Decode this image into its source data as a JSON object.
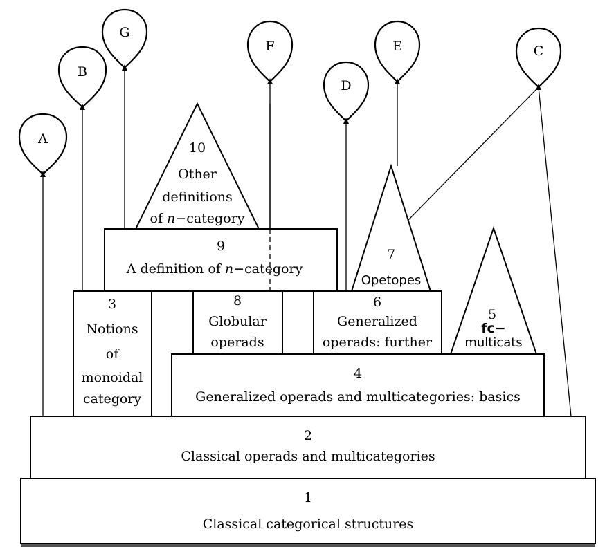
{
  "sections": {
    "s1": {
      "number": "1",
      "title": "Classical categorical structures"
    },
    "s2": {
      "number": "2",
      "title": "Classical operads and multicategories"
    },
    "s3": {
      "number": "3",
      "line1": "Notions",
      "line2": "of",
      "line3": "monoidal",
      "line4": "category"
    },
    "s4": {
      "number": "4",
      "title": "Generalized operads and multicategories: basics"
    },
    "s5": {
      "number": "5",
      "line1": "fc−",
      "line2": "multicats"
    },
    "s6": {
      "number": "6",
      "line1": "Generalized",
      "line2": "operads: further"
    },
    "s7": {
      "number": "7",
      "title": "Opetopes"
    },
    "s8": {
      "number": "8",
      "line1": "Globular",
      "line2": "operads"
    },
    "s9": {
      "number": "9",
      "title_prefix": "A definition of ",
      "title_var": "n",
      "title_suffix": "−category"
    },
    "s10": {
      "number": "10",
      "line1": "Other",
      "line2": "definitions",
      "line3_prefix": "of ",
      "line3_var": "n",
      "line3_suffix": "−category"
    }
  },
  "appendices": {
    "A": "A",
    "B": "B",
    "C": "C",
    "D": "D",
    "E": "E",
    "F": "F",
    "G": "G"
  }
}
